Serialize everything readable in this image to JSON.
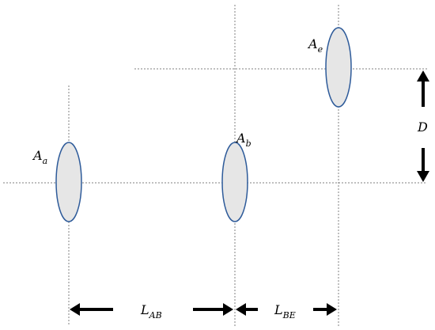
{
  "labels": {
    "a": {
      "main": "A",
      "sub": "a"
    },
    "b": {
      "main": "A",
      "sub": "b"
    },
    "e": {
      "main": "A",
      "sub": "e"
    },
    "lab": {
      "main": "L",
      "sub": "AB"
    },
    "lbe": {
      "main": "L",
      "sub": "BE"
    },
    "d": {
      "main": "D"
    }
  },
  "colors": {
    "ellipse_fill": "#e6e6e6",
    "ellipse_stroke": "#2e5b9a",
    "guide": "#808080",
    "arrow": "#000000"
  }
}
